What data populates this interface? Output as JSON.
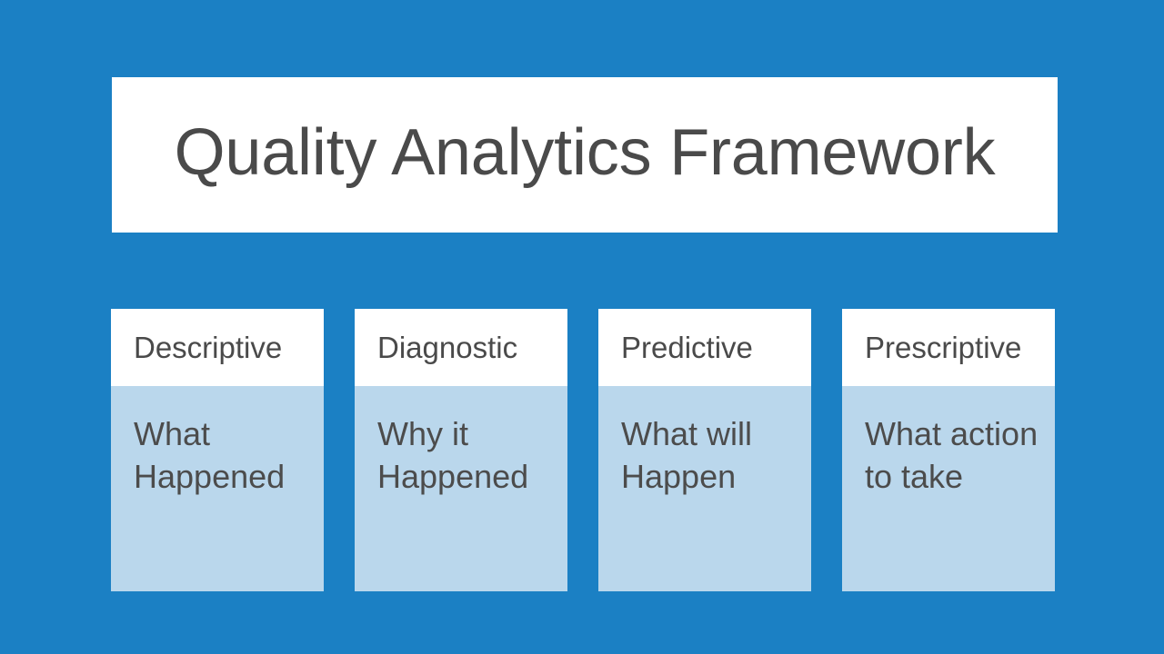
{
  "slide": {
    "background_color": "#1b80c4",
    "title": "Quality Analytics Framework",
    "title_color": "#4a4a4a",
    "title_panel_color": "#ffffff"
  },
  "cards": [
    {
      "header": "Descriptive",
      "body_lines": [
        "What",
        "Happened"
      ],
      "header_bg": "#ffffff",
      "body_bg": "#bad7ec"
    },
    {
      "header": "Diagnostic",
      "body_lines": [
        "Why it",
        "Happened"
      ],
      "header_bg": "#ffffff",
      "body_bg": "#bad7ec"
    },
    {
      "header": "Predictive",
      "body_lines": [
        "What will",
        "Happen"
      ],
      "header_bg": "#ffffff",
      "body_bg": "#bad7ec"
    },
    {
      "header": "Prescriptive",
      "body_lines": [
        "What action",
        "to take"
      ],
      "header_bg": "#ffffff",
      "body_bg": "#bad7ec"
    }
  ]
}
